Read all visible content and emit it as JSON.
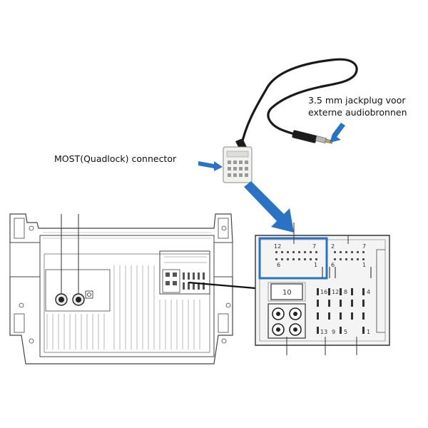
{
  "labels": {
    "jackplug_line1": "3.5 mm jackplug voor",
    "jackplug_line2": "externe audiobronnen",
    "most_connector": "MOST(Quadlock) connector"
  },
  "pins": {
    "top_left_a": "12",
    "top_left_b": "7",
    "top_left_c": "6",
    "top_left_d": "1",
    "top_right_a": "2",
    "top_right_b": "7",
    "top_right_c": "6",
    "top_right_d": "1",
    "block_10": "10",
    "row1_a": "16",
    "row1_b": "12",
    "row1_c": "8",
    "row1_d": "4",
    "row2_a": "13",
    "row2_b": "9",
    "row2_c": "5",
    "row2_d": "1"
  },
  "colors": {
    "accent_blue": "#2a72c4",
    "line": "#333333",
    "panel_fill": "#f4f4f4"
  }
}
